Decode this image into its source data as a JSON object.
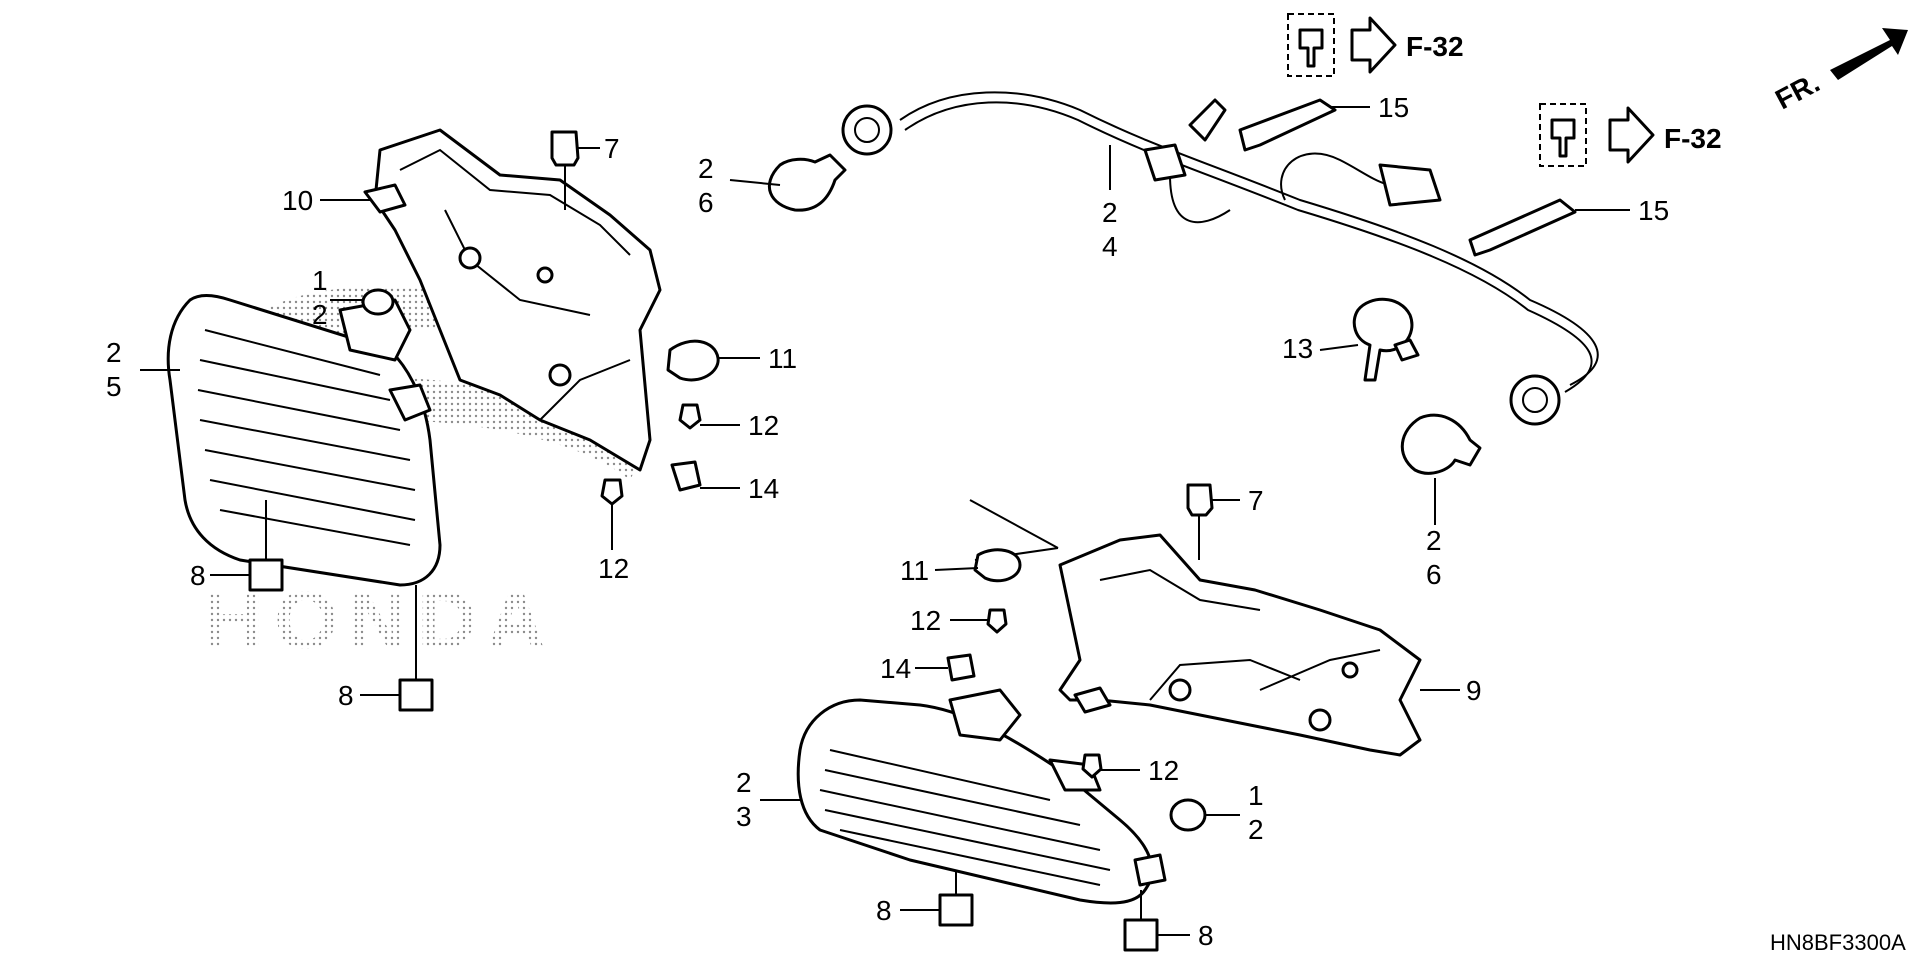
{
  "watermark": "HONDA",
  "diagram_code": "HN8BF3300A",
  "direction_label": "FR.",
  "refs": {
    "a": "F-32",
    "b": "F-32"
  },
  "callouts": {
    "c7a": "7",
    "c10": "10",
    "c1a": "1",
    "c2a": "2",
    "c2b": "2",
    "c5": "5",
    "c11a": "11",
    "c12a": "12",
    "c14a": "14",
    "c12b": "12",
    "c8a": "8",
    "c8b": "8",
    "c2c": "2",
    "c6a": "6",
    "c2d": "2",
    "c4": "4",
    "c15a": "15",
    "c15b": "15",
    "c13": "13",
    "c2e": "2",
    "c6b": "6",
    "c7b": "7",
    "c11b": "11",
    "c12c": "12",
    "c14b": "14",
    "c9": "9",
    "c2f": "2",
    "c3": "3",
    "c12d": "12",
    "c1b": "1",
    "c2g": "2",
    "c8c": "8",
    "c8d": "8"
  },
  "icons": [
    "bulb-icon",
    "socket-icon",
    "grommet-icon",
    "clip-icon",
    "screw-icon",
    "arrow-right-icon",
    "fr-arrow-icon"
  ]
}
